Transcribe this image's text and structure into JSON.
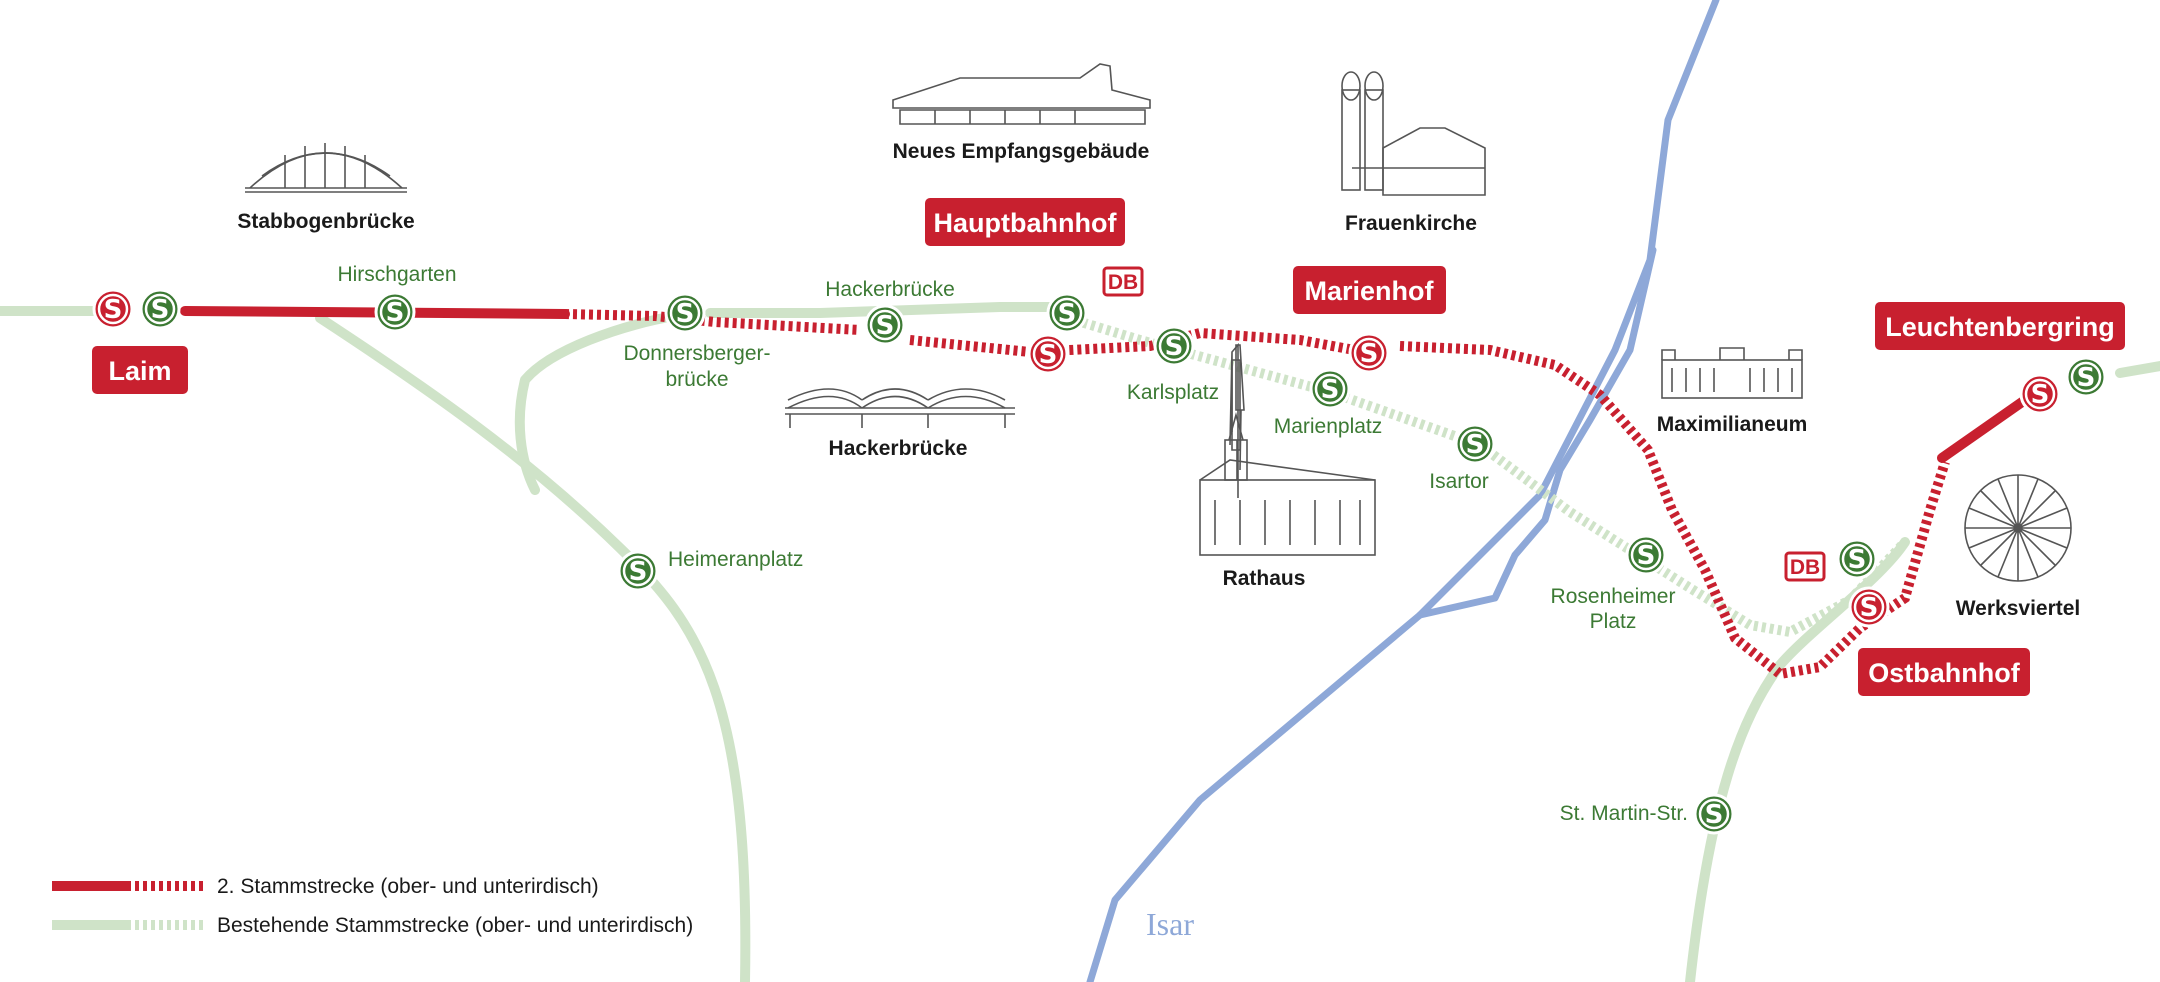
{
  "colors": {
    "new_line": "#c8202f",
    "existing_line": "#cfe3c8",
    "river": "#8ea8d8",
    "station_green": "#3c7a34",
    "station_red": "#c8202f"
  },
  "river": {
    "name": "Isar"
  },
  "station_marker_glyph": "S",
  "db_logo": "DB",
  "green_station_labels": [
    "Hirschgarten",
    "Hackerbrücke",
    "Donnersberger-",
    "brücke",
    "Karlsplatz",
    "Marienplatz",
    "Isartor",
    "Rosenheimer",
    "Platz",
    "Heimeranplatz",
    "St. Martin-Str."
  ],
  "new_station_labels": [
    "Laim",
    "Hauptbahnhof",
    "Marienhof",
    "Leuchtenbergring",
    "Ostbahnhof"
  ],
  "landmark_labels": [
    "Stabbogenbrücke",
    "Neues Empfangsgebäude",
    "Hackerbrücke",
    "Frauenkirche",
    "Rathaus",
    "Maximilianeum",
    "Werksviertel"
  ],
  "legend": {
    "new_line": "2. Stammstrecke  (ober- und unterirdisch)",
    "existing_line": "Bestehende Stammstrecke  (ober- und unterirdisch)"
  }
}
